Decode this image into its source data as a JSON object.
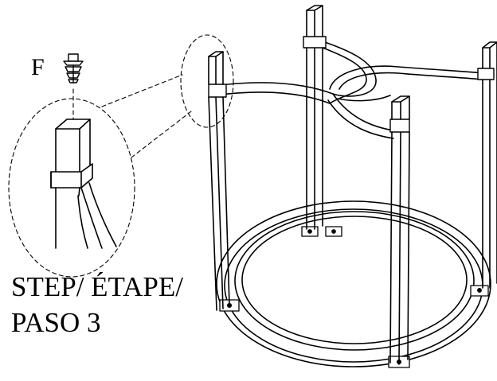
{
  "callout": {
    "part_letter": "F"
  },
  "step": {
    "line1": "STEP/ ÉTAPE/",
    "line2": "PASO 3"
  },
  "colors": {
    "ink": "#000000",
    "paper": "#ffffff"
  },
  "icons": {
    "cap": "end-cap-icon"
  }
}
